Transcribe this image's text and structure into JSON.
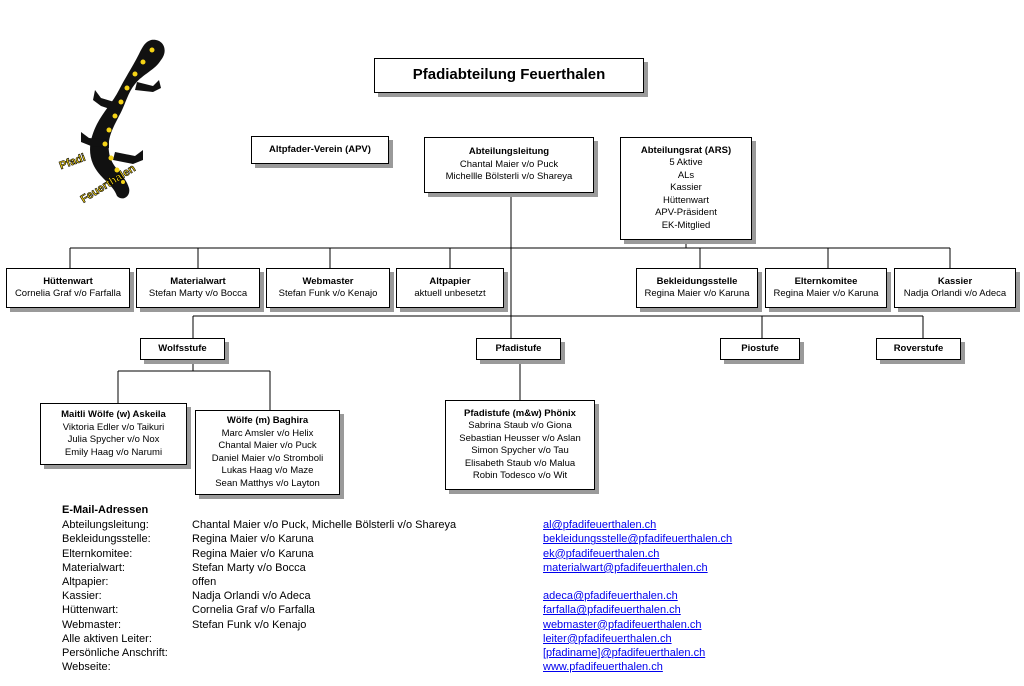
{
  "logo": {
    "text_line1": "Pfadi",
    "text_line2": "Feuerthalen"
  },
  "title": "Pfadiabteilung Feuerthalen",
  "top": {
    "apv": {
      "title": "Altpfader-Verein (APV)"
    },
    "al": {
      "title": "Abteilungsleitung",
      "lines": [
        "Chantal Maier v/o Puck",
        "Michellle Bölsterli v/o Shareya"
      ]
    },
    "ars": {
      "title": "Abteilungsrat (ARS)",
      "lines": [
        "5 Aktive",
        "ALs",
        "Kassier",
        "Hüttenwart",
        "APV-Präsident",
        "EK-Mitglied"
      ]
    }
  },
  "roles": [
    {
      "title": "Hüttenwart",
      "line": "Cornelia Graf v/o Farfalla"
    },
    {
      "title": "Materialwart",
      "line": "Stefan Marty v/o Bocca"
    },
    {
      "title": "Webmaster",
      "line": "Stefan Funk v/o Kenajo"
    },
    {
      "title": "Altpapier",
      "line": "aktuell unbesetzt"
    },
    {
      "title": "Bekleidungsstelle",
      "line": "Regina Maier v/o Karuna"
    },
    {
      "title": "Elternkomitee",
      "line": "Regina Maier v/o Karuna"
    },
    {
      "title": "Kassier",
      "line": "Nadja Orlandi v/o Adeca"
    }
  ],
  "stufen": [
    "Wolfsstufe",
    "Pfadistufe",
    "Piostufe",
    "Roverstufe"
  ],
  "groups": {
    "maitli": {
      "title": "Maitli Wölfe (w) Askeila",
      "lines": [
        "Viktoria Edler v/o Taikuri",
        "Julia Spycher v/o Nox",
        "Emily Haag v/o Narumi"
      ]
    },
    "woelfe": {
      "title": "Wölfe (m) Baghira",
      "lines": [
        "Marc Amsler v/o Helix",
        "Chantal Maier v/o Puck",
        "Daniel Maier v/o Stromboli",
        "Lukas Haag v/o Maze",
        "Sean Matthys v/o Layton"
      ]
    },
    "pfadi": {
      "title": "Pfadistufe (m&w) Phönix",
      "lines": [
        "Sabrina Staub v/o Giona",
        "Sebastian Heusser v/o Aslan",
        "Simon Spycher v/o Tau",
        "Elisabeth Staub v/o Malua",
        "Robin Todesco v/o Wit"
      ]
    }
  },
  "email": {
    "heading": "E-Mail-Adressen",
    "rows": [
      {
        "label": "Abteilungsleitung:",
        "name": "Chantal Maier v/o Puck, Michelle Bölsterli v/o Shareya",
        "mail": "al@pfadifeuerthalen.ch"
      },
      {
        "label": "Bekleidungsstelle:",
        "name": "Regina Maier v/o Karuna",
        "mail": "bekleidungsstelle@pfadifeuerthalen.ch"
      },
      {
        "label": "Elternkomitee:",
        "name": "Regina Maier v/o Karuna",
        "mail": "ek@pfadifeuerthalen.ch"
      },
      {
        "label": "Materialwart:",
        "name": "Stefan Marty v/o Bocca",
        "mail": "materialwart@pfadifeuerthalen.ch"
      },
      {
        "label": "Altpapier:",
        "name": "offen",
        "mail": ""
      },
      {
        "label": "Kassier:",
        "name": "Nadja Orlandi v/o Adeca",
        "mail": "adeca@pfadifeuerthalen.ch"
      },
      {
        "label": "Hüttenwart:",
        "name": "Cornelia Graf v/o Farfalla",
        "mail": "farfalla@pfadifeuerthalen.ch"
      },
      {
        "label": "Webmaster:",
        "name": "Stefan Funk v/o Kenajo",
        "mail": "webmaster@pfadifeuerthalen.ch"
      },
      {
        "label": "Alle aktiven Leiter:",
        "name": "",
        "mail": "leiter@pfadifeuerthalen.ch"
      },
      {
        "label": "Persönliche Anschrift:",
        "name": "",
        "mail": "[pfadiname]@pfadifeuerthalen.ch"
      },
      {
        "label": "Webseite:",
        "name": "",
        "mail": "www.pfadifeuerthalen.ch"
      }
    ]
  },
  "colors": {
    "logo_yellow": "#f5d316",
    "logo_black": "#111111",
    "link": "#0000ee",
    "shadow": "#9a9a9a"
  }
}
